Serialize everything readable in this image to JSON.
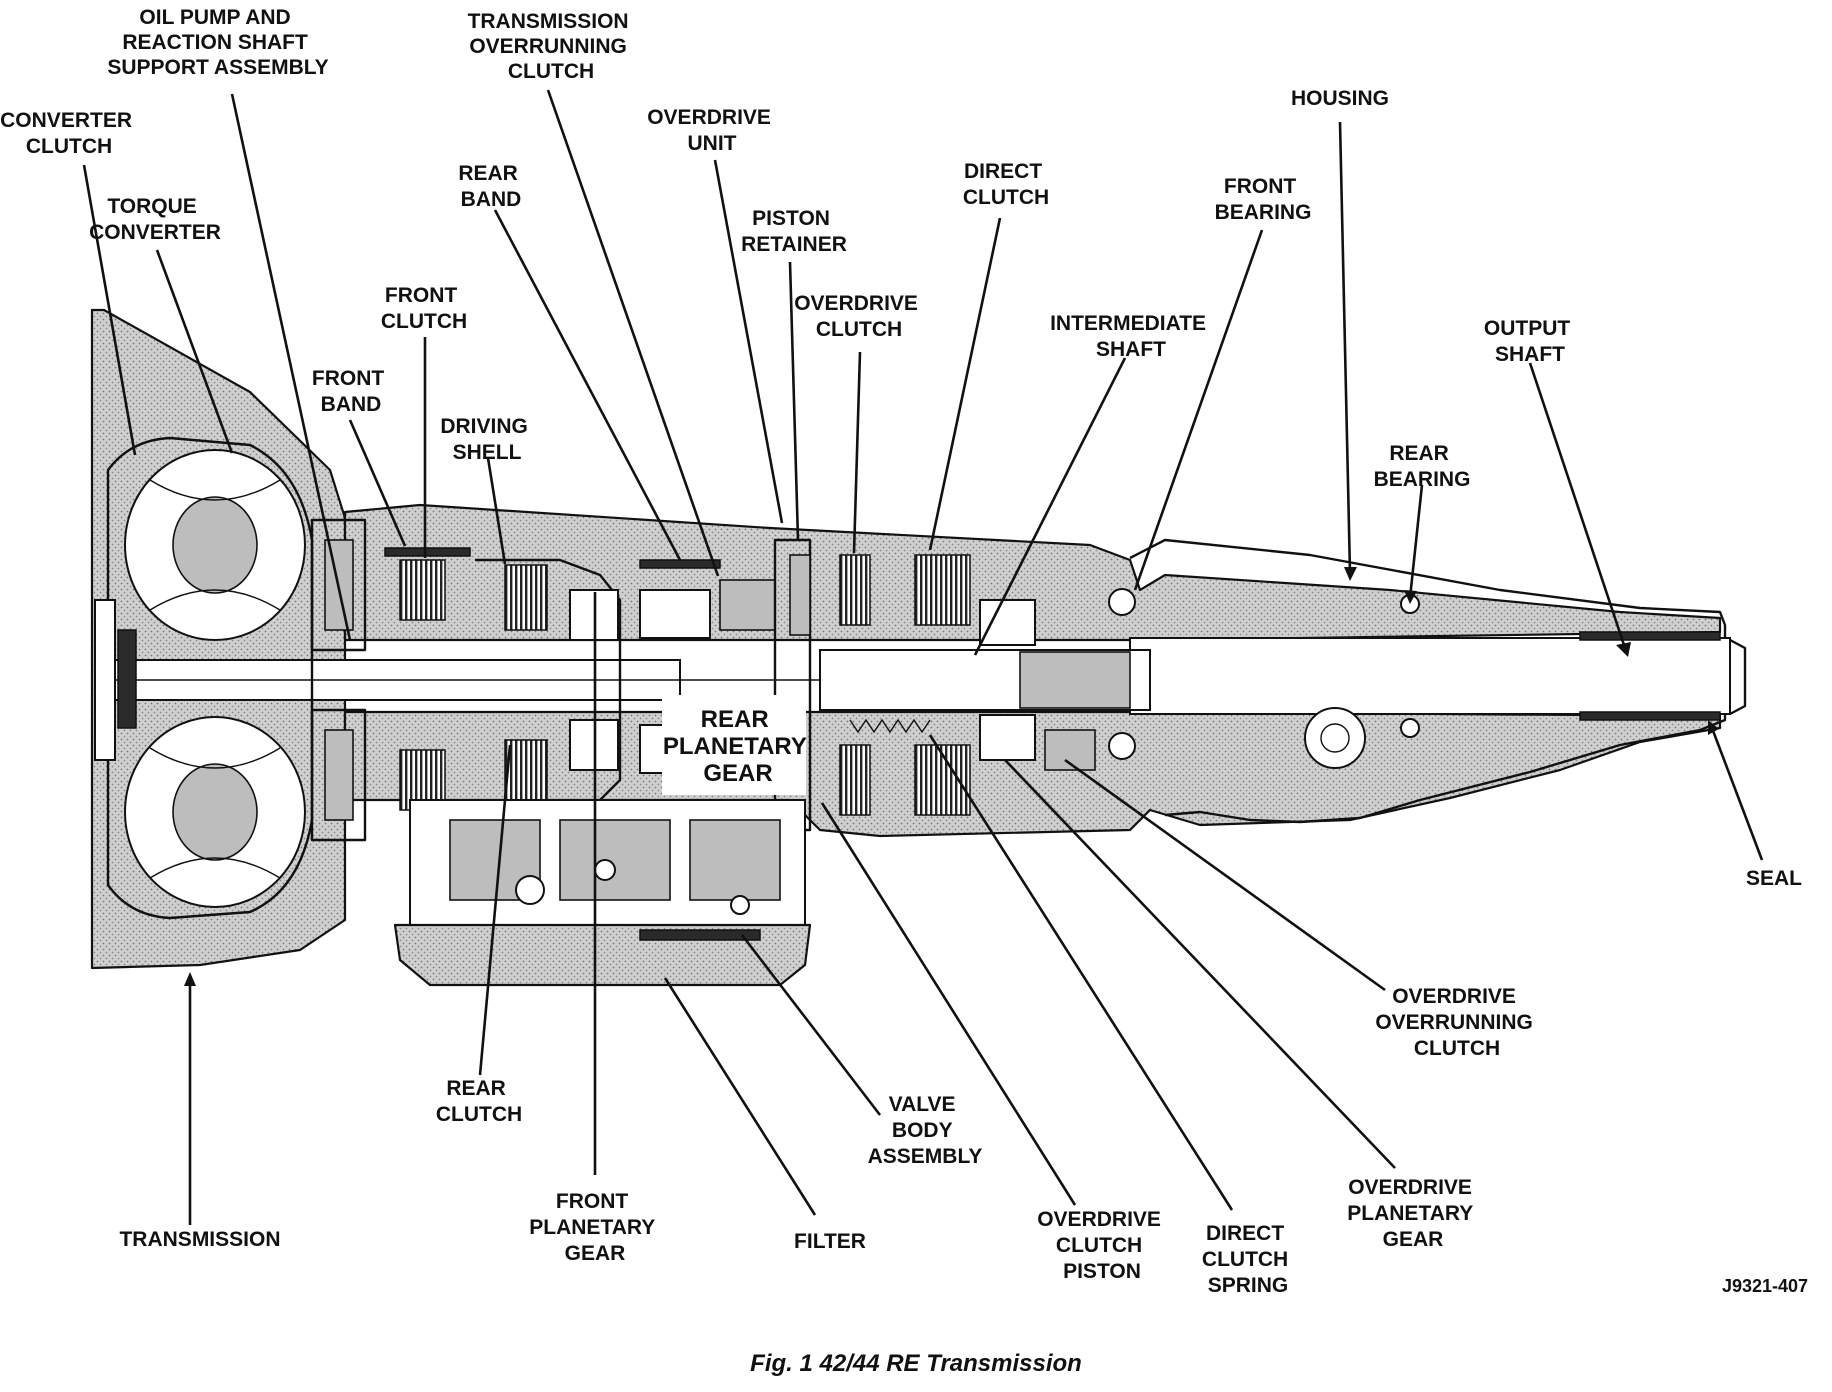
{
  "labels": {
    "oil_pump": [
      "OIL PUMP AND",
      "REACTION SHAFT",
      "SUPPORT ASSEMBLY"
    ],
    "transmission_overrunning_clutch": [
      "TRANSMISSION",
      "OVERRUNNING",
      "CLUTCH"
    ],
    "converter_clutch": [
      "CONVERTER",
      "CLUTCH"
    ],
    "overdrive_unit": [
      "OVERDRIVE",
      "UNIT"
    ],
    "housing": [
      "HOUSING"
    ],
    "rear_band": [
      "REAR",
      "BAND"
    ],
    "direct_clutch": [
      "DIRECT",
      "CLUTCH"
    ],
    "front_bearing": [
      "FRONT",
      "BEARING"
    ],
    "torque_converter": [
      "TORQUE",
      "CONVERTER"
    ],
    "piston_retainer": [
      "PISTON",
      "RETAINER"
    ],
    "front_clutch": [
      "FRONT",
      "CLUTCH"
    ],
    "overdrive_clutch": [
      "OVERDRIVE",
      "CLUTCH"
    ],
    "intermediate_shaft": [
      "INTERMEDIATE",
      "SHAFT"
    ],
    "output_shaft": [
      "OUTPUT",
      "SHAFT"
    ],
    "front_band": [
      "FRONT",
      "BAND"
    ],
    "driving_shell": [
      "DRIVING",
      "SHELL"
    ],
    "rear_bearing": [
      "REAR",
      "BEARING"
    ],
    "rear_planetary_gear": [
      "REAR",
      "PLANETARY",
      "GEAR"
    ],
    "seal": [
      "SEAL"
    ],
    "overdrive_overrunning_clutch": [
      "OVERDRIVE",
      "OVERRUNNING",
      "CLUTCH"
    ],
    "rear_clutch": [
      "REAR",
      "CLUTCH"
    ],
    "valve_body_assembly": [
      "VALVE",
      "BODY",
      "ASSEMBLY"
    ],
    "front_planetary_gear": [
      "FRONT",
      "PLANETARY",
      "GEAR"
    ],
    "transmission": [
      "TRANSMISSION"
    ],
    "filter": [
      "FILTER"
    ],
    "overdrive_clutch_piston": [
      "OVERDRIVE",
      "CLUTCH",
      "PISTON"
    ],
    "direct_clutch_spring": [
      "DIRECT",
      "CLUTCH",
      "SPRING"
    ],
    "overdrive_planetary_gear": [
      "OVERDRIVE",
      "PLANETARY",
      "GEAR"
    ]
  },
  "figure_number": "J9321-407",
  "caption": "Fig. 1 42/44 RE Transmission"
}
